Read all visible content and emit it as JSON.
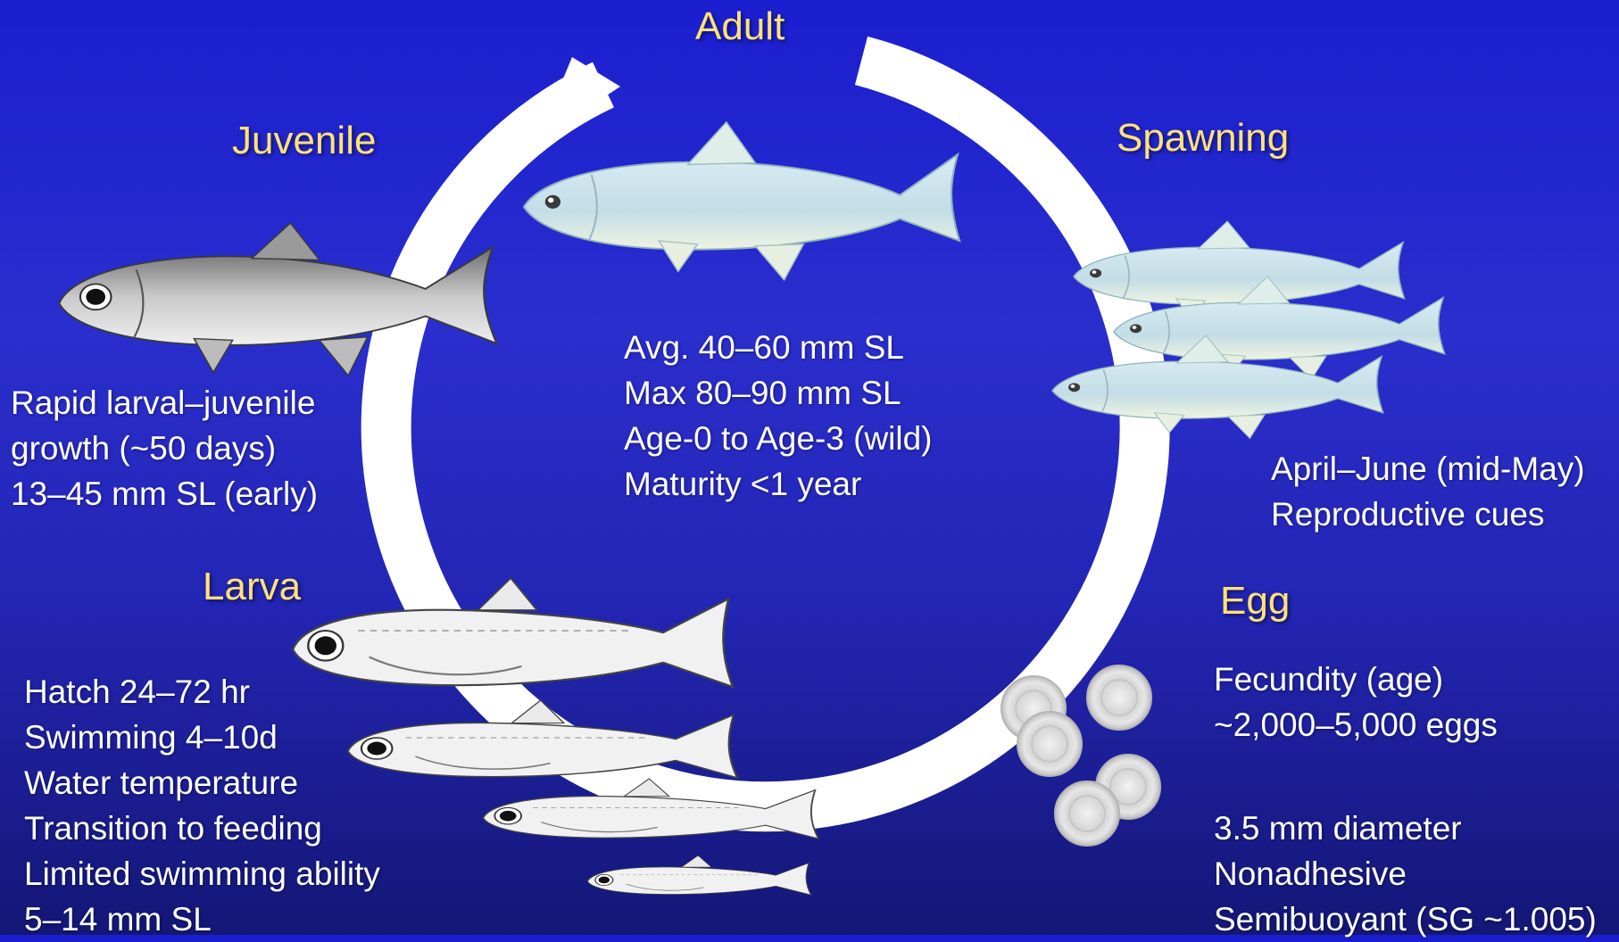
{
  "stages": {
    "adult": {
      "title": "Adult",
      "lines": [
        "Avg. 40–60 mm SL",
        "Max 80–90 mm SL",
        "Age-0 to Age-3 (wild)",
        "Maturity <1 year"
      ]
    },
    "spawning": {
      "title": "Spawning",
      "lines": [
        "April–June (mid-May)",
        "Reproductive cues"
      ]
    },
    "egg": {
      "title": "Egg",
      "lines": [
        "Fecundity (age)",
        "~2,000–5,000 eggs",
        "",
        "3.5 mm diameter",
        "Nonadhesive",
        "Semibuoyant (SG ~1.005)"
      ]
    },
    "larva": {
      "title": "Larva",
      "lines": [
        "Hatch 24–72 hr",
        "Swimming 4–10d",
        "Water temperature",
        "Transition to feeding",
        "Limited swimming ability",
        "5–14 mm SL"
      ]
    },
    "juvenile": {
      "title": "Juvenile",
      "lines": [
        "Rapid larval–juvenile",
        "growth (~50 days)",
        "13–45 mm SL (early)"
      ]
    }
  },
  "colors": {
    "title": "#ffe27a",
    "text": "#ffffff",
    "cycle_arrow": "#ffffff",
    "background": "#2427c4"
  },
  "icons": [
    "adult-fish",
    "spawning-fish",
    "egg",
    "larva-fish",
    "juvenile-fish",
    "cycle-arrow"
  ]
}
